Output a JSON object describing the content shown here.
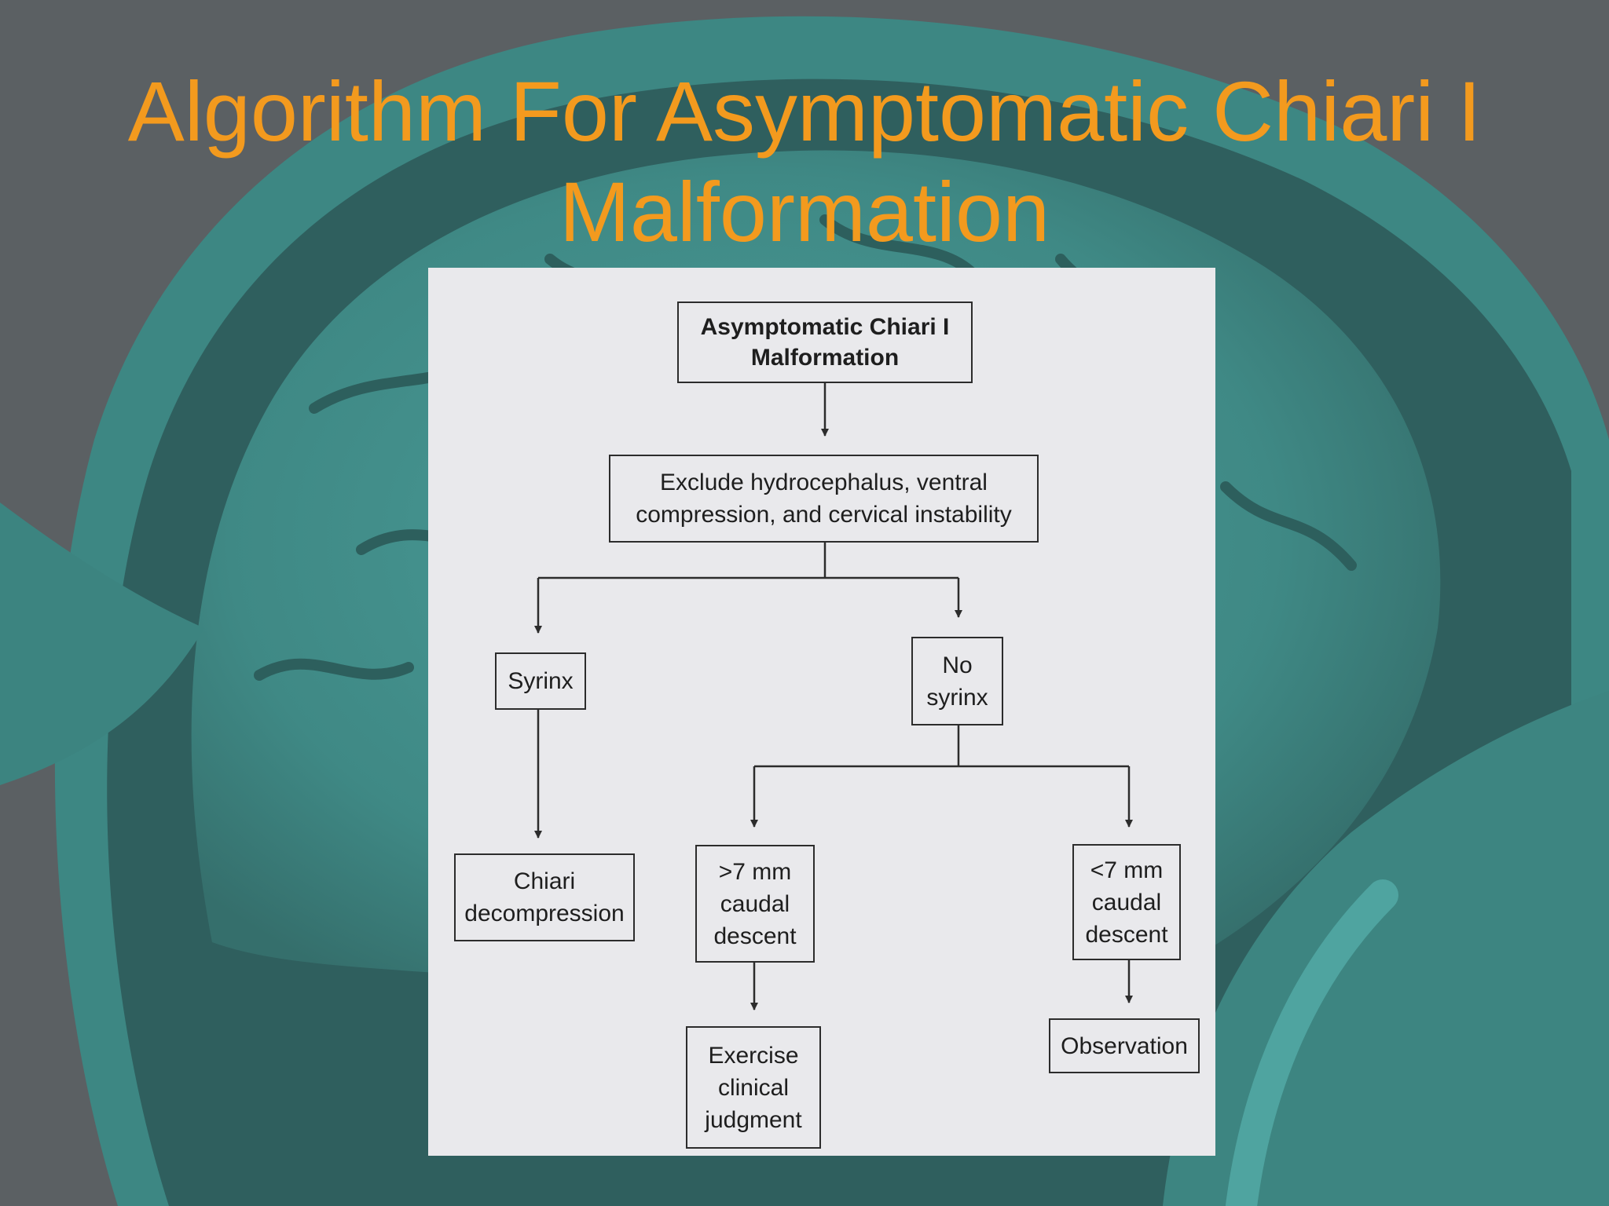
{
  "slide": {
    "title_lines": [
      "Algorithm For Asymptomatic Chiari I",
      "Malformation"
    ]
  },
  "colors": {
    "title": "#f39a1e",
    "background": "#5b6063",
    "background_tint": "#3c8b87",
    "paper": "#e9e9ec",
    "ink": "#2c2c2c"
  },
  "flowchart": {
    "root": [
      "Asymptomatic Chiari I",
      "Malformation"
    ],
    "exclude": [
      "Exclude hydrocephalus, ventral",
      "compression, and cervical instability"
    ],
    "syrinx": [
      "Syrinx"
    ],
    "no_syrinx": [
      "No",
      "syrinx"
    ],
    "decompression": [
      "Chiari",
      "decompression"
    ],
    "gt7": [
      ">7 mm",
      "caudal",
      "descent"
    ],
    "lt7": [
      "<7 mm",
      "caudal",
      "descent"
    ],
    "exercise": [
      "Exercise",
      "clinical",
      "judgment"
    ],
    "observation": [
      "Observation"
    ]
  }
}
